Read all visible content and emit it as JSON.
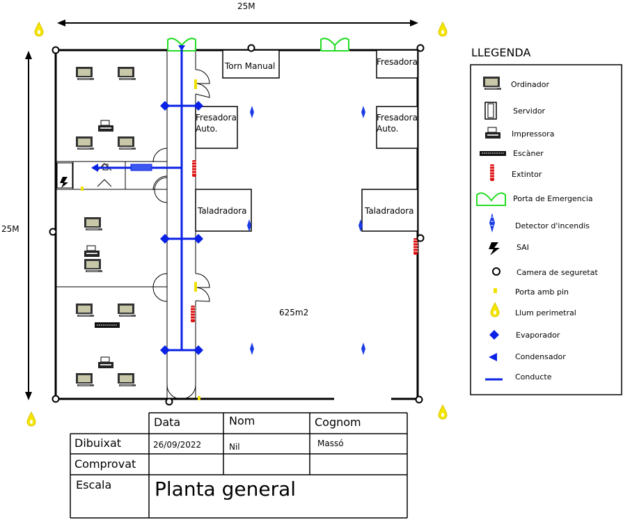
{
  "dimensions": {
    "width_label": "25M",
    "height_label": "25M"
  },
  "rooms": {
    "torn_manual": "Torn Manual",
    "fresadora_top": "Fresadora",
    "fresadora_auto_1": "Fresadora",
    "fresadora_auto_2": "Auto.",
    "fresadora_right_1": "Fresadora",
    "fresadora_right_2": "Auto.",
    "taladradora_left": "Taladradora",
    "taladradora_right": "Taladradora",
    "area": "625m2"
  },
  "legend": {
    "title": "LLEGENDA",
    "items": [
      {
        "icon": "computer-icon",
        "label": "Ordinador"
      },
      {
        "icon": "server-icon",
        "label": "Servidor"
      },
      {
        "icon": "printer-icon",
        "label": "Impressora"
      },
      {
        "icon": "scanner-icon",
        "label": "Escàner"
      },
      {
        "icon": "extinguisher-icon",
        "label": "Extintor"
      },
      {
        "icon": "emergency-door-icon",
        "label": "Porta de Emergencia"
      },
      {
        "icon": "fire-detector-icon",
        "label": "Detector d'incendis"
      },
      {
        "icon": "ups-bolt-icon",
        "label": "SAI"
      },
      {
        "icon": "security-camera-icon",
        "label": "Camera de seguretat"
      },
      {
        "icon": "pin-door-icon",
        "label": "Porta amb pin"
      },
      {
        "icon": "perimeter-light-icon",
        "label": "Llum perimetral"
      },
      {
        "icon": "evaporator-icon",
        "label": "Evaporador"
      },
      {
        "icon": "condenser-icon",
        "label": "Condensador"
      },
      {
        "icon": "duct-icon",
        "label": "Conducte"
      }
    ]
  },
  "title_block": {
    "col_data": "Data",
    "col_nom": "Nom",
    "col_cognom": "Cognom",
    "row_dibuixat": "Dibuixat",
    "row_comprovat": "Comprovat",
    "row_escala": "Escala",
    "date": "26/09/2022",
    "nom": "Nil",
    "cognom": "Massó",
    "title": "Planta general"
  },
  "colors": {
    "duct": "#0a22e6",
    "emergency_door": "#22dd22",
    "perimeter_light": "#f5e600",
    "extinguisher": "#dd1111",
    "pin_door": "#f0e000"
  }
}
